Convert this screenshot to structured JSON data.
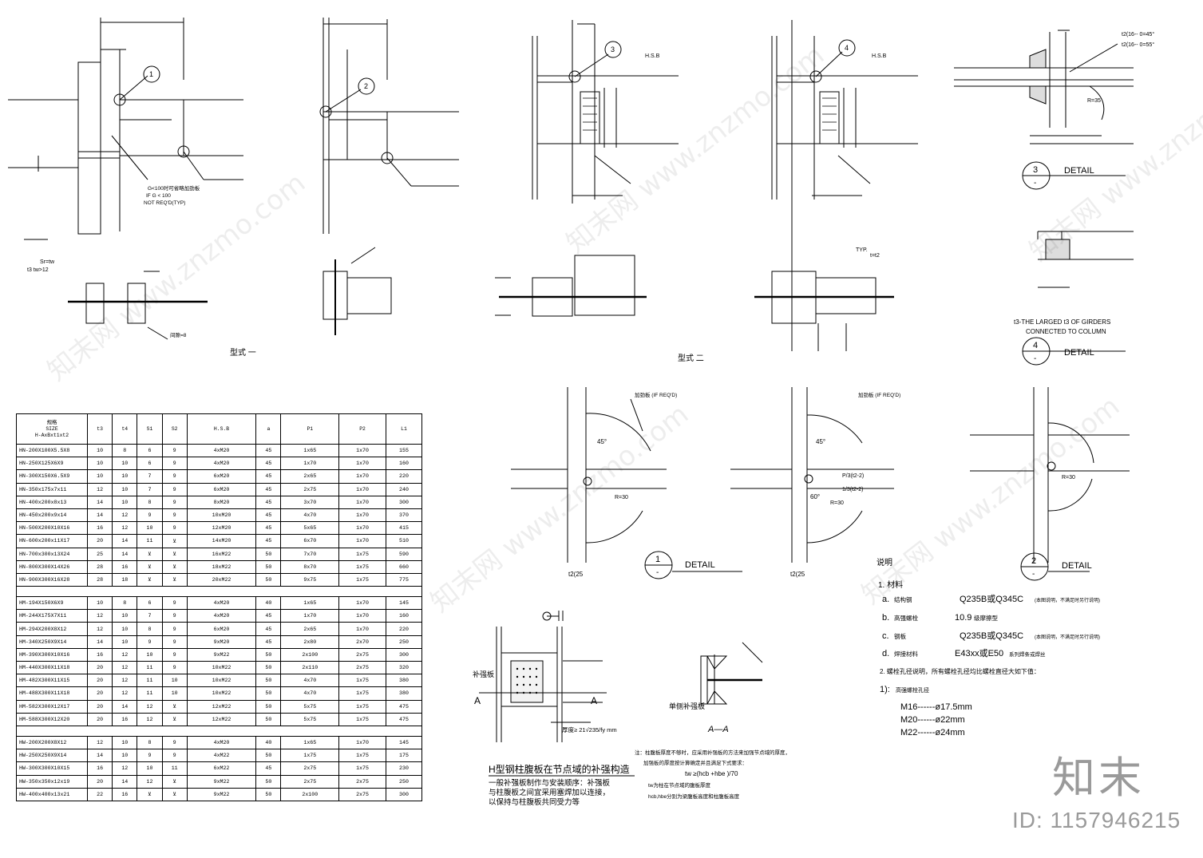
{
  "view_labels": {
    "type_one": "型式 一",
    "type_two": "型式 二"
  },
  "callouts": {
    "c1": "1",
    "c2": "2",
    "c3": "3",
    "c4": "4",
    "dash": "-",
    "detail": "DETAIL"
  },
  "detail_notes": {
    "g_note_1": "G<100时可省略加劲板",
    "g_note_2": "IF G < 100",
    "g_note_3": "NOT REQ'D(TYP)",
    "t3_note_1": "t3-THE LARGED t3 OF GIRDERS",
    "t3_note_2": "CONNECTED TO COLUMN",
    "if_reqd": "加劲板 (IF REQ'D)",
    "t2_25": "t2(25",
    "t2_45": "t2(16-- 0=45°",
    "t2_55": "t2(16-- 0=55°",
    "r35": "R=35",
    "r30": "R=30",
    "angle45": "45°",
    "angle60": "60°",
    "p3": "P/3(t2-2)",
    "p13": "1/3(t2-2)",
    "sr_tw": "Sr=tw",
    "t3_tw": "t3 tw>12",
    "hsb": "H.S.B",
    "typ": "TYP.",
    "t_t2": "t=t2",
    "gap8": "间隙=8"
  },
  "bottom_detail": {
    "stiffener_label": "补强板",
    "section_a": "A",
    "section_aa": "A—A",
    "single_side": "单侧补强板",
    "thickness_note": "厚度≥ 21√235/fy mm",
    "title": "H型钢柱腹板在节点域的补强构造",
    "desc_1": "一般补强板制作与安装顺序：补强板",
    "desc_2": "与柱腹板之间宜采用塞焊加以连接，",
    "desc_3": "以保持与柱腹板共同受力等",
    "formula": "tw ≥(hcb +hbe )/70",
    "note_1": "注：柱腹板厚度不够时，应采用补强板的方法来加强节点域的厚度，",
    "note_2": "加强板的厚度按计算确定并且满足下式要求：",
    "note_3": "tw为柱在节点域的腹板厚度",
    "note_4": "hcb,hbe分别为梁腹板高度和柱腹板高度"
  },
  "notes": {
    "heading": "说明",
    "n1": "1. 材料",
    "a_label": "a.",
    "a_name": "结构钢",
    "a_value": "Q235B或Q345C",
    "a_tail": "(本图说明，不满足时另行说明)",
    "b_label": "b.",
    "b_name": "高强螺栓",
    "b_value": "10.9",
    "b_tail": "级摩擦型",
    "c_label": "c.",
    "c_name": "钢板",
    "c_value": "Q235B或Q345C",
    "c_tail": "(本图说明，不满足时另行说明)",
    "d_label": "d.",
    "d_name": "焊接材料",
    "d_value": "E43xx或E50",
    "d_tail": "系列焊条或焊丝",
    "n2": "2. 螺栓孔径说明，所有螺栓孔径均比螺栓直径大如下值：",
    "n3": "1):",
    "n3_tail": "高强螺栓孔径",
    "m16": "M16------ø17.5mm",
    "m20": "M20------ø22mm",
    "m22": "M22------ø24mm"
  },
  "table": {
    "header_size": "规格\nSIZE\nH-AxBxt1xt2",
    "columns": [
      "t3",
      "t4",
      "S1",
      "S2",
      "H.S.B",
      "a",
      "P1",
      "P2",
      "L1"
    ],
    "groups": [
      [
        [
          "HN-200X100X5.5X8",
          "10",
          "8",
          "6",
          "9",
          "4xM20",
          "45",
          "1x65",
          "1x70",
          "155"
        ],
        [
          "HN-250X125X6X9",
          "10",
          "10",
          "6",
          "9",
          "4xM20",
          "45",
          "1x70",
          "1x70",
          "160"
        ],
        [
          "HN-300X150X6.5X9",
          "10",
          "10",
          "7",
          "9",
          "6xM20",
          "45",
          "2x65",
          "1x70",
          "220"
        ],
        [
          "HN-350x175x7x11",
          "12",
          "10",
          "7",
          "9",
          "6xM20",
          "45",
          "2x75",
          "1x70",
          "240"
        ],
        [
          "HN-400x200x8x13",
          "14",
          "10",
          "8",
          "9",
          "8xM20",
          "45",
          "3x70",
          "1x70",
          "300"
        ],
        [
          "HN-450x200x9x14",
          "14",
          "12",
          "9",
          "9",
          "10xM20",
          "45",
          "4x70",
          "1x70",
          "370"
        ],
        [
          "HN-500X200X10X16",
          "16",
          "12",
          "10",
          "9",
          "12xM20",
          "45",
          "5x65",
          "1x70",
          "415"
        ],
        [
          "HN-600x200x11X17",
          "20",
          "14",
          "11",
          "⊻",
          "14xM20",
          "45",
          "6x70",
          "1x70",
          "510"
        ],
        [
          "HN-700x300x13X24",
          "25",
          "14",
          "⊻",
          "⊻",
          "16xM22",
          "50",
          "7x70",
          "1x75",
          "590"
        ],
        [
          "HN-800X300X14X26",
          "28",
          "16",
          "⊻",
          "⊻",
          "18xM22",
          "50",
          "8x70",
          "1x75",
          "660"
        ],
        [
          "HN-900X300X16X28",
          "28",
          "18",
          "⊻",
          "⊻",
          "20xM22",
          "50",
          "9x75",
          "1x75",
          "775"
        ]
      ],
      [
        [
          "HM-194X150X6X9",
          "10",
          "8",
          "6",
          "9",
          "4xM20",
          "40",
          "1x65",
          "1x70",
          "145"
        ],
        [
          "HM-244X175X7X11",
          "12",
          "10",
          "7",
          "9",
          "4xM20",
          "45",
          "1x70",
          "1x70",
          "160"
        ],
        [
          "HM-294X200X8X12",
          "12",
          "10",
          "8",
          "9",
          "6xM20",
          "45",
          "2x65",
          "1x70",
          "220"
        ],
        [
          "HM-340X250X9X14",
          "14",
          "10",
          "9",
          "9",
          "9xM20",
          "45",
          "2x80",
          "2x70",
          "250"
        ],
        [
          "HM-390X300X10X16",
          "16",
          "12",
          "10",
          "9",
          "9xM22",
          "50",
          "2x100",
          "2x75",
          "300"
        ],
        [
          "HM-440X300X11X18",
          "20",
          "12",
          "11",
          "9",
          "10xM22",
          "50",
          "2x110",
          "2x75",
          "320"
        ],
        [
          "HM-482X300X11X15",
          "20",
          "12",
          "11",
          "10",
          "10xM22",
          "50",
          "4x70",
          "1x75",
          "380"
        ],
        [
          "HM-488X300X11X18",
          "20",
          "12",
          "11",
          "10",
          "10xM22",
          "50",
          "4x70",
          "1x75",
          "380"
        ],
        [
          "HM-582X300X12X17",
          "20",
          "14",
          "12",
          "⊻",
          "12xM22",
          "50",
          "5x75",
          "1x75",
          "475"
        ],
        [
          "HM-588X300X12X20",
          "20",
          "16",
          "12",
          "⊻",
          "12xM22",
          "50",
          "5x75",
          "1x75",
          "475"
        ]
      ],
      [
        [
          "HW-200X200X8X12",
          "12",
          "10",
          "8",
          "9",
          "4xM20",
          "40",
          "1x65",
          "1x70",
          "145"
        ],
        [
          "HW-250X250X9X14",
          "14",
          "10",
          "9",
          "9",
          "4xM22",
          "50",
          "1x75",
          "1x75",
          "175"
        ],
        [
          "HW-300X300X10X15",
          "16",
          "12",
          "10",
          "11",
          "6xM22",
          "45",
          "2x75",
          "1x75",
          "230"
        ],
        [
          "HW-350x350x12x19",
          "20",
          "14",
          "12",
          "⊻",
          "9xM22",
          "50",
          "2x75",
          "2x75",
          "250"
        ],
        [
          "HW-400x400x13x21",
          "22",
          "16",
          "⊻",
          "⊻",
          "9xM22",
          "50",
          "2x100",
          "2x75",
          "300"
        ]
      ]
    ]
  },
  "brand": {
    "name": "知末",
    "id": "ID: 1157946215",
    "watermark": "知末网 www.znzmo.com"
  }
}
